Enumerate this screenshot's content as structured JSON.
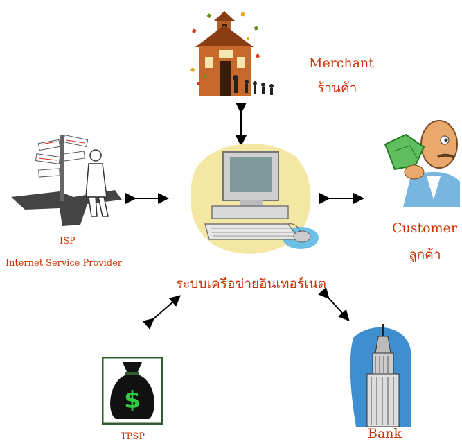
{
  "diagram": {
    "center": {
      "label": "ระบบเครือข่ายอินเทอร์เนต",
      "icon": "computer-icon"
    },
    "nodes": [
      {
        "id": "merchant",
        "label": "Merchant",
        "sublabel": "ร้านค้า",
        "icon": "schoolhouse-icon"
      },
      {
        "id": "customer",
        "label": "Customer",
        "sublabel": "ลูกค้า",
        "icon": "man-with-money-icon"
      },
      {
        "id": "isp",
        "label": "ISP",
        "sublabel": "Internet Service Provider",
        "icon": "signpost-icon"
      },
      {
        "id": "tpsp",
        "label": "TPSP",
        "icon": "money-bag-icon"
      },
      {
        "id": "bank",
        "label": "Bank",
        "icon": "skyscraper-icon"
      }
    ],
    "colors": {
      "label": "#cc3300",
      "arrow": "#000000"
    }
  }
}
